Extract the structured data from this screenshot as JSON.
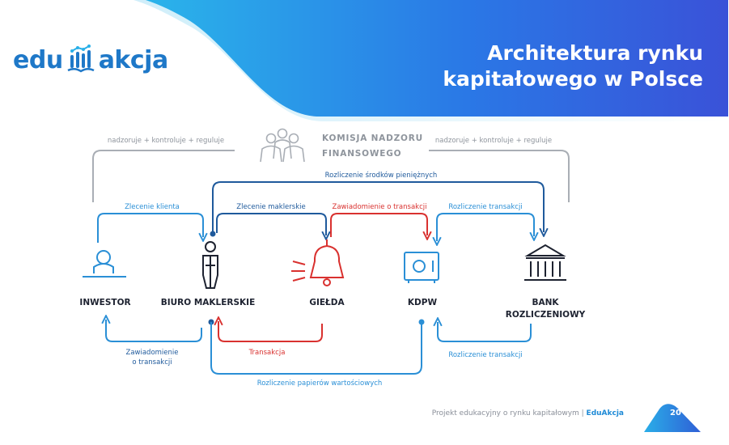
{
  "logo": {
    "left": "edu",
    "right": "akcja"
  },
  "title": {
    "line1": "Architektura rynku",
    "line2": "kapitałowego w Polsce"
  },
  "komisja": {
    "line1": "KOMISJA NADZORU",
    "line2": "FINANSOWEGO",
    "left_label": "nadzoruje + kontroluje + reguluje",
    "right_label": "nadzoruje + kontroluje + reguluje"
  },
  "nodes": {
    "inwestor": "INWESTOR",
    "biuro": "BIURO MAKLERSKIE",
    "gielda": "GIEŁDA",
    "kdpw": "KDPW",
    "bank_line1": "BANK",
    "bank_line2": "ROZLICZENIOWY"
  },
  "flows": {
    "rozliczenie_srodkow": "Rozliczenie środków pieniężnych",
    "zlecenie_klienta": "Zlecenie klienta",
    "zlecenie_maklerskie": "Zlecenie maklerskie",
    "zawiadomienie_o_transakcji_top": "Zawiadomienie o transakcji",
    "rozliczenie_transakcji_top": "Rozliczenie transakcji",
    "zawiadomienie_line1": "Zawiadomienie",
    "zawiadomienie_line2": "o transakcji",
    "transakcja": "Transakcja",
    "rozliczenie_transakcji_bottom": "Rozliczenie transakcji",
    "rozliczenie_papierow": "Rozliczenie papierów wartościowych"
  },
  "footer": {
    "text": "Projekt edukacyjny o rynku kapitałowym | ",
    "brand": "EduAkcja",
    "page": "20"
  },
  "colors": {
    "blue": "#2a8fd6",
    "dark_blue": "#1f5a9c",
    "red": "#d9312f",
    "gray": "#9aa0a8",
    "navy": "#1d2230"
  }
}
